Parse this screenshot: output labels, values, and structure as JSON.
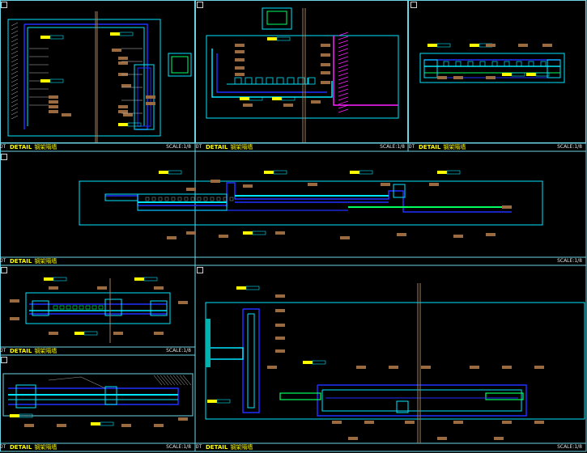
{
  "sheet": {
    "background": "#000000",
    "panel_border_color": "#6fd3e6",
    "accent_cyan": "#00e5ff",
    "accent_blue": "#2030ff",
    "accent_green": "#00ff60",
    "accent_yellow": "#ffff00",
    "accent_magenta": "#ff20ff",
    "tag_brown": "#9a6a40"
  },
  "panels": [
    {
      "id": "p1",
      "number": "DT",
      "detail": "DETAIL",
      "sub": "钢架隔墙",
      "scale": "SCALE:1/8"
    },
    {
      "id": "p2",
      "number": "DT",
      "detail": "DETAIL",
      "sub": "钢架隔墙",
      "scale": "SCALE:1/8"
    },
    {
      "id": "p3",
      "number": "DT",
      "detail": "DETAIL",
      "sub": "钢架隔墙",
      "scale": "SCALE:1/8"
    },
    {
      "id": "p4",
      "number": "DT",
      "detail": "DETAIL",
      "sub": "钢架隔墙",
      "scale": "SCALE:1/8"
    },
    {
      "id": "p5",
      "number": "DT",
      "detail": "DETAIL",
      "sub": "钢架隔墙",
      "scale": "SCALE:1/8"
    },
    {
      "id": "p6",
      "number": "DT",
      "detail": "DETAIL",
      "sub": "钢架隔墙",
      "scale": "SCALE:1/8"
    },
    {
      "id": "p7",
      "number": "DT",
      "detail": "DETAIL",
      "sub": "钢架隔墙",
      "scale": "SCALE:1/8"
    }
  ]
}
